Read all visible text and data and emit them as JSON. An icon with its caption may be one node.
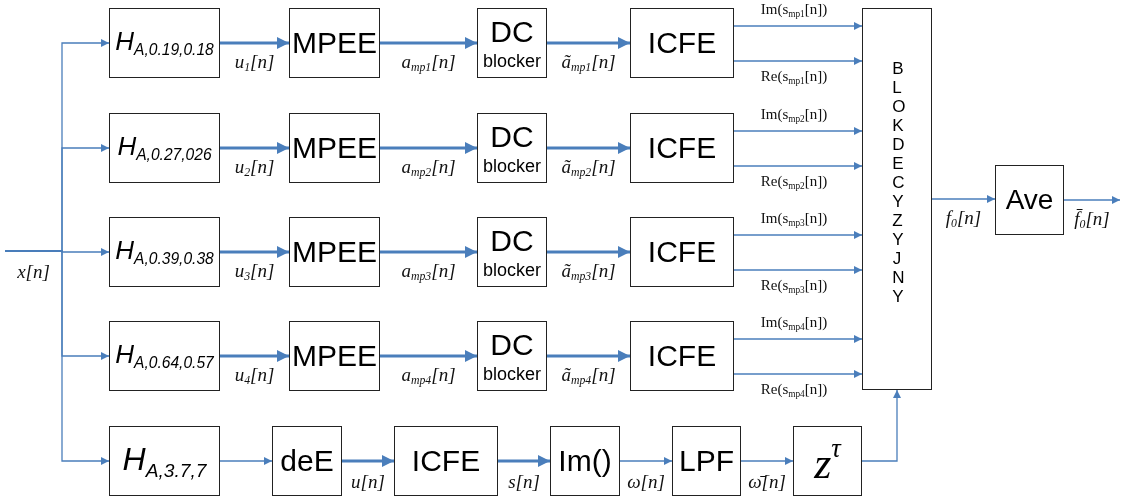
{
  "diagram": {
    "nodes": [
      {
        "text": [
          "H$_{A,0.19,0.18}$"
        ]
      },
      {
        "text": [
          "MPEE"
        ]
      },
      {
        "text": [
          "DC",
          "blocker"
        ]
      },
      {
        "text": [
          "ICFE"
        ]
      },
      {
        "text": [
          "H$_{A,0.27,026}$"
        ]
      },
      {
        "text": [
          "MPEE"
        ]
      },
      {
        "text": [
          "DC",
          "blocker"
        ]
      },
      {
        "text": [
          "ICFE"
        ]
      },
      {
        "text": [
          "H$_{A,0.39,0.38}$"
        ]
      },
      {
        "text": [
          "MPEE"
        ]
      },
      {
        "text": [
          "DC",
          "blocker"
        ]
      },
      {
        "text": [
          "ICFE"
        ]
      },
      {
        "text": [
          "H$_{A,0.64,0.57}$"
        ]
      },
      {
        "text": [
          "MPEE"
        ]
      },
      {
        "text": [
          "DC",
          "blocker"
        ]
      },
      {
        "text": [
          "ICFE"
        ]
      },
      {
        "text": [
          "H$_{A,3.7,7}$"
        ]
      },
      {
        "text": [
          "deE"
        ]
      },
      {
        "text": [
          "ICFE"
        ]
      },
      {
        "text": [
          "Im()"
        ]
      },
      {
        "text": [
          "LPF"
        ]
      },
      {
        "text": [
          "z$^{τ}$"
        ]
      },
      {
        "text": [
          "BLOK DECYZYJNY"
        ]
      },
      {
        "text": [
          "Ave"
        ]
      }
    ],
    "edges": [
      {
        "from": null,
        "to": 0,
        "arrow": "to"
      },
      {
        "from": null,
        "to": 4,
        "arrow": "to"
      },
      {
        "from": null,
        "to": 8,
        "arrow": "to",
        "label": "x[n]"
      },
      {
        "from": null,
        "to": 12,
        "arrow": "to"
      },
      {
        "from": null,
        "to": 16,
        "arrow": "to"
      },
      {
        "from": 0,
        "to": 1,
        "arrow": "to",
        "label": "u$_{1}$[n]",
        "style": "thick"
      },
      {
        "from": 1,
        "to": 2,
        "arrow": "to",
        "label": "a$_{mp1}$[n]",
        "style": "thick"
      },
      {
        "from": 2,
        "to": 3,
        "arrow": "to",
        "label": "ã$_{mp1}$[n]",
        "style": "thick"
      },
      {
        "from": 4,
        "to": 5,
        "arrow": "to",
        "label": "u$_{2}$[n]",
        "style": "thick"
      },
      {
        "from": 5,
        "to": 6,
        "arrow": "to",
        "label": "a$_{mp2}$[n]",
        "style": "thick"
      },
      {
        "from": 6,
        "to": 7,
        "arrow": "to",
        "label": "ã$_{mp2}$[n]",
        "style": "thick"
      },
      {
        "from": 8,
        "to": 9,
        "arrow": "to",
        "label": "u$_{3}$[n]",
        "style": "thick"
      },
      {
        "from": 9,
        "to": 10,
        "arrow": "to",
        "label": "a$_{mp3}$[n]",
        "style": "thick"
      },
      {
        "from": 10,
        "to": 11,
        "arrow": "to",
        "label": "ã$_{mp3}$[n]",
        "style": "thick"
      },
      {
        "from": 12,
        "to": 13,
        "arrow": "to",
        "label": "u$_{4}$[n]",
        "style": "thick"
      },
      {
        "from": 13,
        "to": 14,
        "arrow": "to",
        "label": "a$_{mp4}$[n]",
        "style": "thick"
      },
      {
        "from": 14,
        "to": 15,
        "arrow": "to",
        "label": "ã$_{mp4}$[n]",
        "style": "thick"
      },
      {
        "from": 3,
        "to": 22,
        "arrow": "to",
        "label": "Im(s$_{mp1}$[n])"
      },
      {
        "from": 3,
        "to": 22,
        "arrow": "to",
        "label": "Re(s$_{mp1}$[n])"
      },
      {
        "from": 7,
        "to": 22,
        "arrow": "to",
        "label": "Im(s$_{mp2}$[n])"
      },
      {
        "from": 7,
        "to": 22,
        "arrow": "to",
        "label": "Re(s$_{mp2}$[n])"
      },
      {
        "from": 11,
        "to": 22,
        "arrow": "to",
        "label": "Im(s$_{mp3}$[n])"
      },
      {
        "from": 11,
        "to": 22,
        "arrow": "to",
        "label": "Re(s$_{mp3}$[n])"
      },
      {
        "from": 15,
        "to": 22,
        "arrow": "to",
        "label": "Im(s$_{mp4}$[n])"
      },
      {
        "from": 15,
        "to": 22,
        "arrow": "to",
        "label": "Re(s$_{mp4}$[n])"
      },
      {
        "from": 16,
        "to": 17,
        "arrow": "to"
      },
      {
        "from": 17,
        "to": 18,
        "arrow": "to",
        "label": "u[n]",
        "style": "thick"
      },
      {
        "from": 18,
        "to": 19,
        "arrow": "to",
        "label": "s[n]",
        "style": "thick"
      },
      {
        "from": 19,
        "to": 20,
        "arrow": "to",
        "label": "ω[n]"
      },
      {
        "from": 20,
        "to": 21,
        "arrow": "to",
        "label": "ω̄[n]"
      },
      {
        "from": 21,
        "to": 22,
        "arrow": "to"
      },
      {
        "from": 22,
        "to": 23,
        "arrow": "to",
        "label": "f$_{0}$[n]"
      },
      {
        "from": 23,
        "to": null,
        "arrow": "to",
        "label": "f̄$_{0}$[n]"
      }
    ]
  }
}
